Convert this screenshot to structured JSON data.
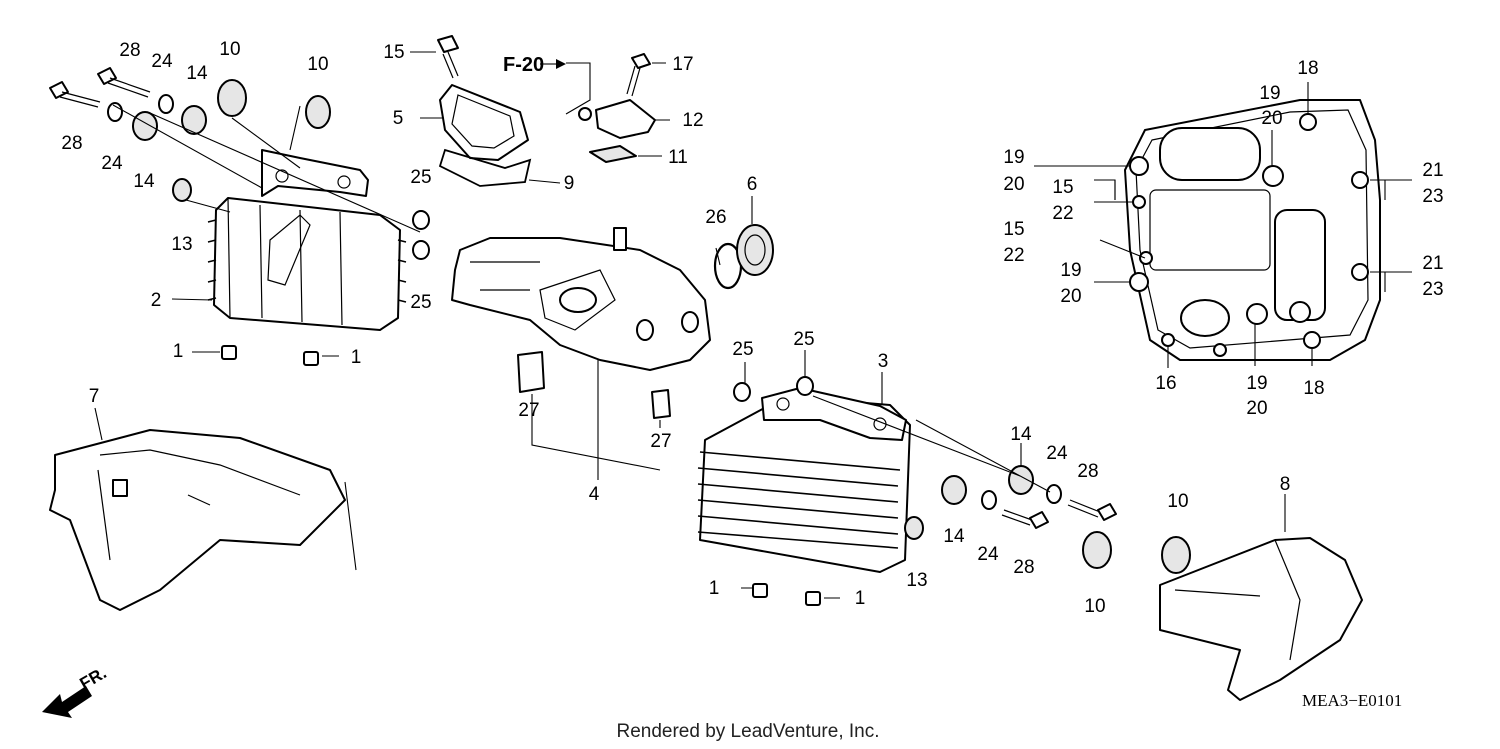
{
  "diagram": {
    "reference_tag": "F-20",
    "drawing_code": "MEA3−E0101",
    "credit": "Rendered by LeadVenture, Inc.",
    "direction_label": "FR."
  },
  "callouts": {
    "c1": "28",
    "c2": "24",
    "c3": "10",
    "c4": "10",
    "c5": "14",
    "c6": "28",
    "c7": "24",
    "c8": "14",
    "c9": "13",
    "c10": "25",
    "c11": "25",
    "c12": "2",
    "c13": "1",
    "c14": "1",
    "c15": "15",
    "c16": "5",
    "c17": "9",
    "c18": "17",
    "c19": "12",
    "c20": "11",
    "c21": "6",
    "c22": "26",
    "c23": "27",
    "c24": "27",
    "c25": "4",
    "c26": "25",
    "c27": "25",
    "c28": "3",
    "c29": "7",
    "c30": "14",
    "c31": "24",
    "c32": "28",
    "c33": "14",
    "c34": "24",
    "c35": "28",
    "c36": "13",
    "c37": "10",
    "c38": "10",
    "c39": "8",
    "c40": "1",
    "c41": "1",
    "c42": "18",
    "c43": "19",
    "c44": "20",
    "c45": "19",
    "c46": "20",
    "c47": "15",
    "c48": "22",
    "c49": "21",
    "c50": "23",
    "c51": "15",
    "c52": "22",
    "c53": "19",
    "c54": "20",
    "c55": "21",
    "c56": "23",
    "c57": "16",
    "c58": "19",
    "c59": "20",
    "c60": "18"
  },
  "colors": {
    "ink": "#000000",
    "paper": "#ffffff",
    "shade": "#e6e6e6"
  }
}
